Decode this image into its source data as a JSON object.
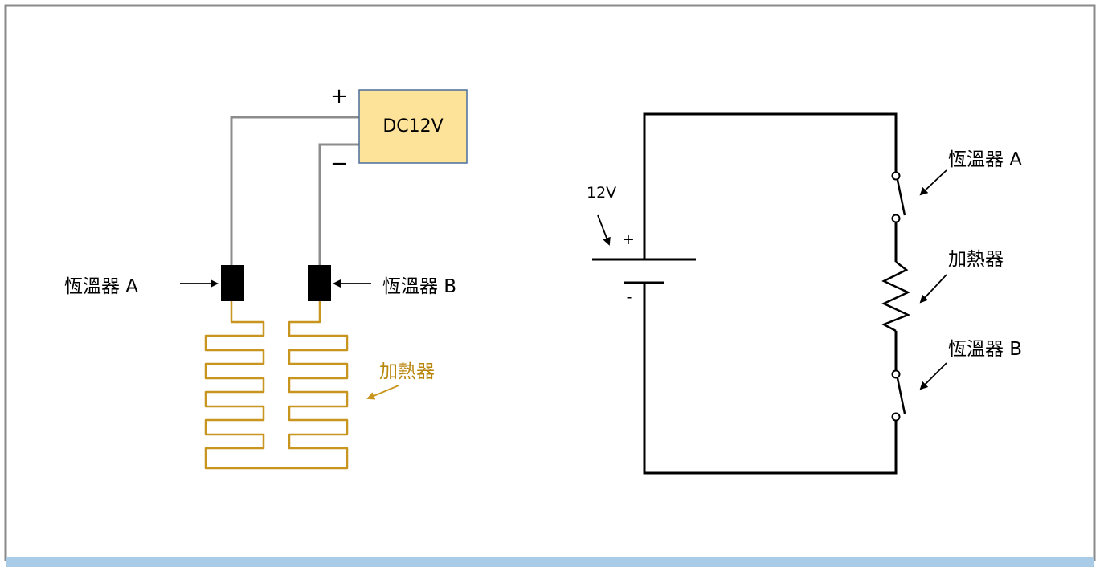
{
  "left_diagram": {
    "power_label": "DC12V",
    "plus_sign": "+",
    "minus_sign": "−",
    "thermostat_a": "恆溫器 A",
    "thermostat_b": "恆溫器 B",
    "heater": "加熱器"
  },
  "right_diagram": {
    "voltage": "12V",
    "plus_sign": "+",
    "minus_sign": "-",
    "thermostat_a": "恆溫器 A",
    "heater": "加熱器",
    "thermostat_b": "恆溫器 B"
  },
  "colors": {
    "frame": "#8a8a8a",
    "wire_gray": "#8c8c8c",
    "power_fill": "#fde39a",
    "power_border": "#4a6f9c",
    "heater_gold": "#c8961e",
    "heater_label": "#b8860b",
    "bottom_bar": "#a8cbe8",
    "black": "#000000"
  }
}
